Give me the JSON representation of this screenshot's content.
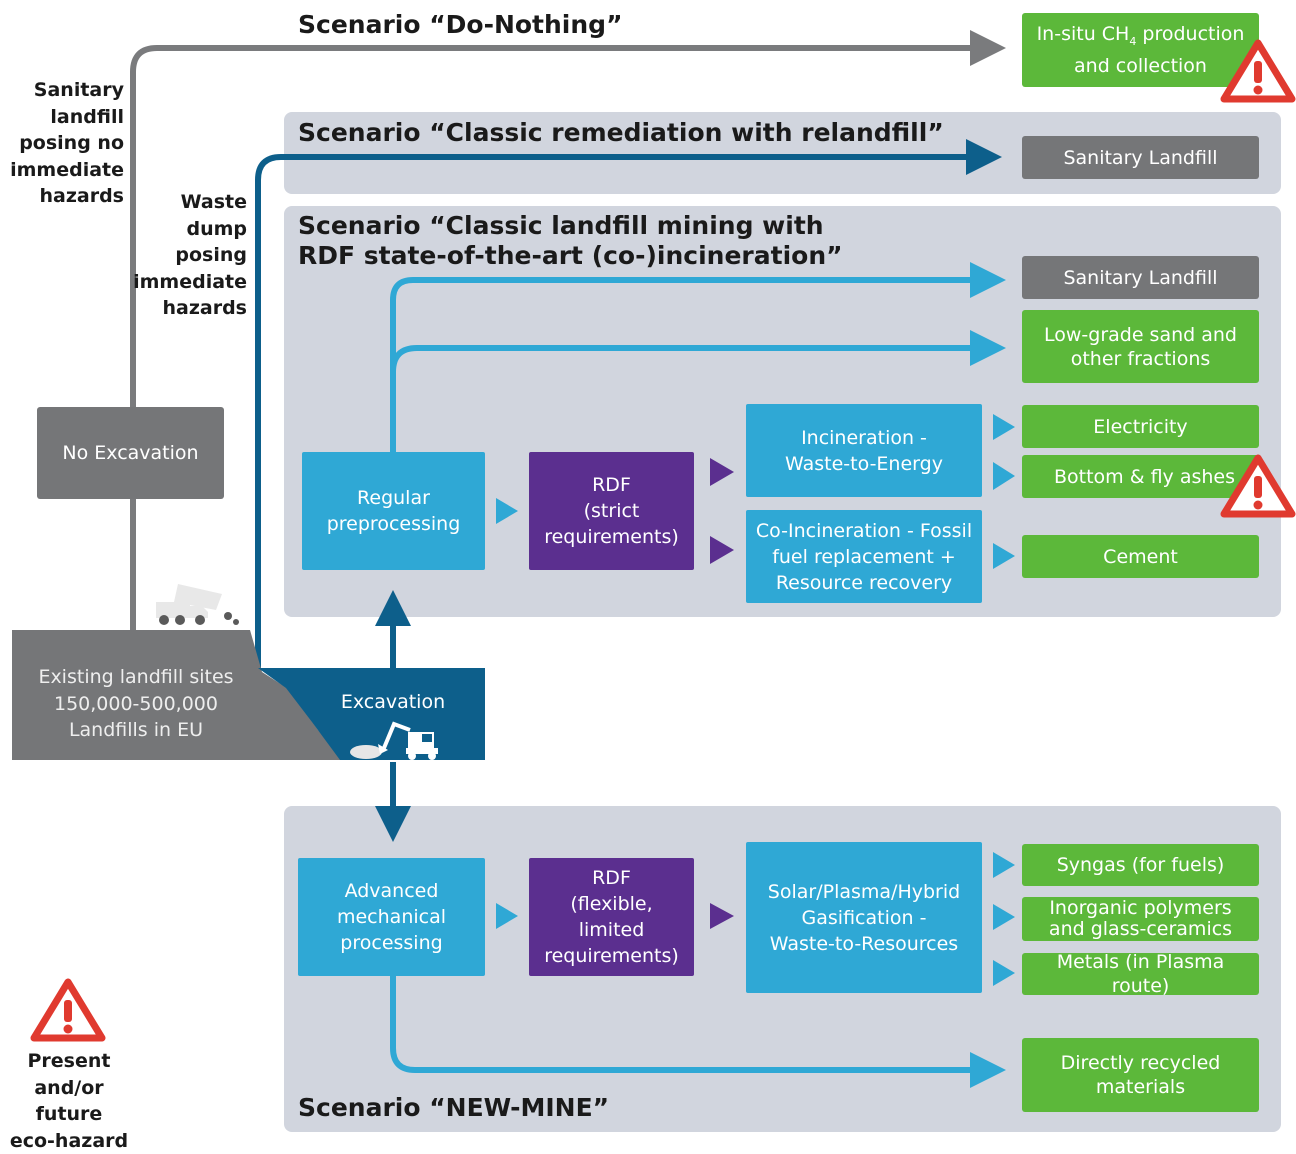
{
  "scenarios": {
    "do_nothing": "Scenario “Do-Nothing”",
    "classic_remediation": "Scenario “Classic remediation with relandfill”",
    "classic_mining": "Scenario “Classic landfill mining with\nRDF state-of-the-art (co-)incineration”",
    "new_mine": "Scenario “NEW-MINE”"
  },
  "side_labels": {
    "sanitary": "Sanitary\nlandfill\nposing no\nimmediate\nhazards",
    "waste_dump": "Waste\ndump\nposing\nimmediate\nhazards"
  },
  "boxes": {
    "no_excavation": "No Excavation",
    "existing_sites": "Existing landfill sites\n150,000-500,000\nLandfills in EU",
    "excavation": "Excavation",
    "regular_preprocessing": "Regular\npreprocessing",
    "rdf_strict": "RDF\n(strict\nrequirements)",
    "incineration": "Incineration -\nWaste-to-Energy",
    "co_incineration": "Co-Incineration - Fossil\nfuel replacement +\nResource recovery",
    "advanced_processing": "Advanced\nmechanical\nprocessing",
    "rdf_flexible": "RDF\n(flexible, limited\nrequirements)",
    "gasification": "Solar/Plasma/Hybrid\nGasification -\nWaste-to-Resources"
  },
  "outputs": {
    "insitu_ch4_pre": "In-situ CH",
    "insitu_ch4_sub": "4",
    "insitu_ch4_post": " production\nand collection",
    "sanitary_landfill_1": "Sanitary Landfill",
    "sanitary_landfill_2": "Sanitary Landfill",
    "low_grade_sand": "Low-grade sand and\nother fractions",
    "electricity": "Electricity",
    "bottom_fly_ashes": "Bottom & fly ashes",
    "cement": "Cement",
    "syngas": "Syngas (for fuels)",
    "inorganic_polymers": "Inorganic polymers\nand glass-ceramics",
    "metals": "Metals (in Plasma route)",
    "directly_recycled": "Directly recycled\nmaterials"
  },
  "legend": {
    "hazard_label": "Present\nand/or future\neco-hazard"
  },
  "icons": [
    "warning-triangle-icon",
    "dump-truck-icon",
    "excavator-icon",
    "arrow-head-icon"
  ],
  "colors": {
    "green": "#5cb83a",
    "gray": "#757678",
    "cyan": "#2fa8d5",
    "purple": "#5b2f8f",
    "navy": "#0d5f8b",
    "panel": "#d1d5de",
    "hazard_red": "#e03a2f"
  }
}
